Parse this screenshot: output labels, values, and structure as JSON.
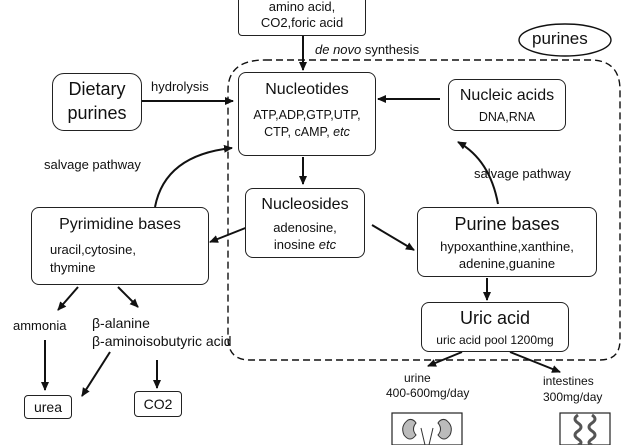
{
  "precursors": {
    "line1": "amino acid,",
    "line2": "CO2,foric acid"
  },
  "de_novo": {
    "italic": "de novo",
    "rest": " synthesis"
  },
  "purines_label": "purines",
  "dietary": {
    "line1": "Dietary",
    "line2": "purines"
  },
  "hydrolysis": "hydrolysis",
  "nucleotides": {
    "title": "Nucleotides",
    "line1": "ATP,ADP,GTP,UTP,",
    "line2": "CTP, cAMP, ",
    "etc": "etc"
  },
  "nucleic_acids": {
    "title": "Nucleic acids",
    "sub": "DNA,RNA"
  },
  "salvage_left": "salvage pathway",
  "salvage_right": "salvage pathway",
  "nucleosides": {
    "title": "Nucleosides",
    "line1": "adenosine,",
    "line2": "inosine ",
    "etc": "etc"
  },
  "pyrimidine": {
    "title": "Pyrimidine bases",
    "line1": "uracil,cytosine,",
    "line2": "thymine"
  },
  "purine_bases": {
    "title": "Purine bases",
    "line1": "hypoxanthine,xanthine,",
    "line2": "adenine,guanine"
  },
  "uric_acid": {
    "title": "Uric acid",
    "sub": "uric acid pool 1200mg"
  },
  "ammonia": "ammonia",
  "beta_alanine": "β-alanine",
  "beta_amino": "β-aminoisobutyric acid",
  "urea": "urea",
  "co2": "CO2",
  "urine": {
    "line1": "urine",
    "line2": "400-600mg/day"
  },
  "intestines": {
    "line1": "intestines",
    "line2": "300mg/day"
  },
  "icons": {
    "kidney": "kidney-icon",
    "intestine": "intestine-icon"
  }
}
